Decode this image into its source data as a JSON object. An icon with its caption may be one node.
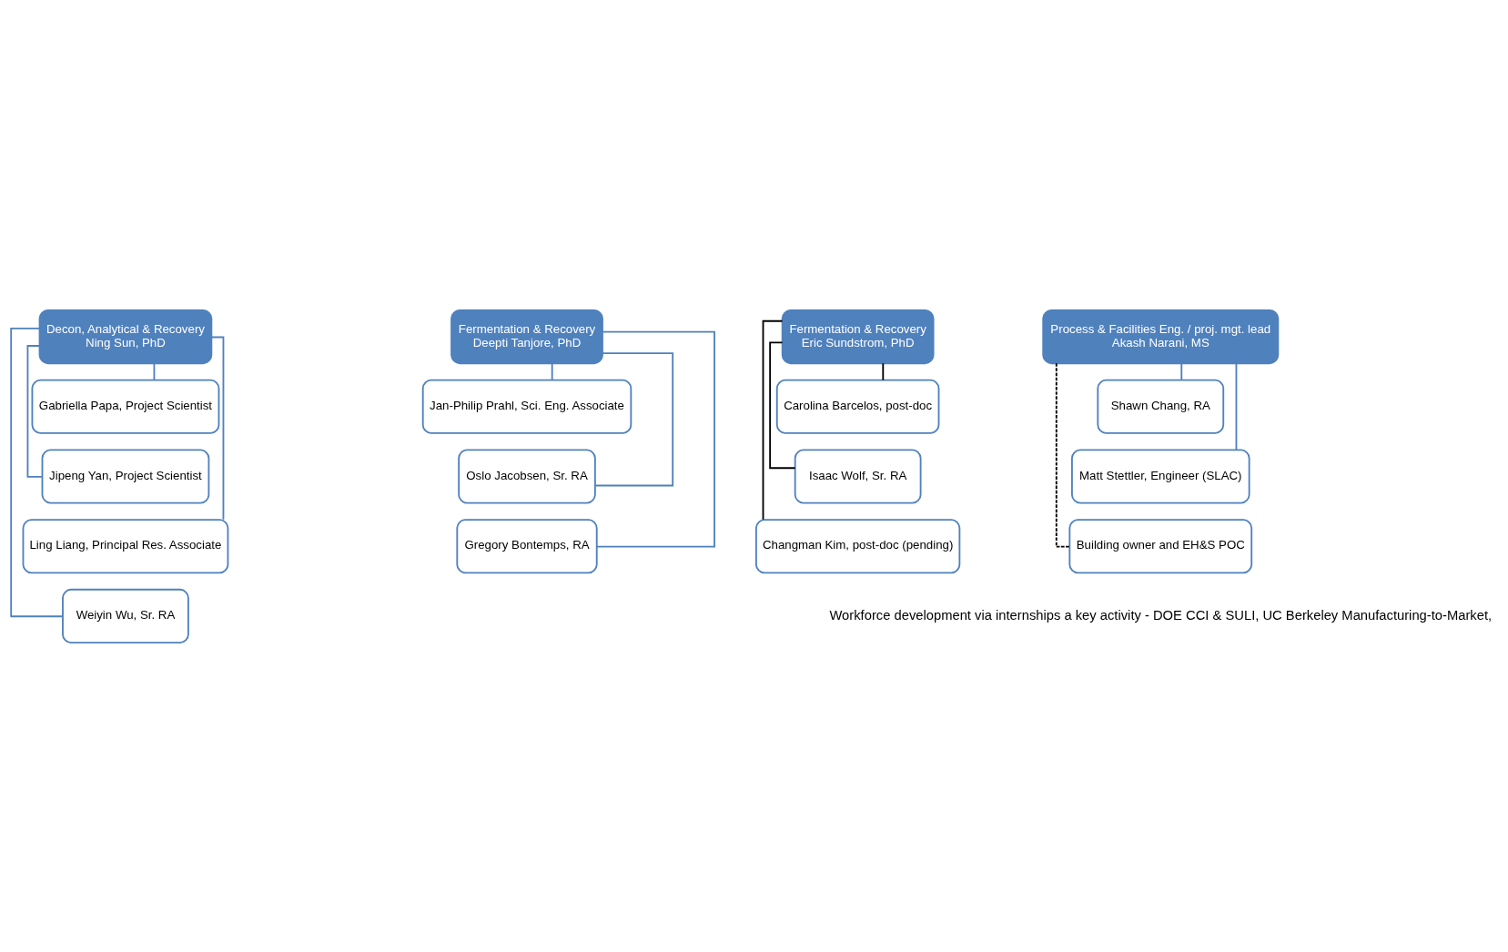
{
  "diagram": {
    "nodes": [
      {
        "text": [
          "Decon, Analytical & Recovery",
          "Ning Sun, PhD"
        ]
      },
      {
        "text": [
          "Gabriella Papa, Project Scientist"
        ]
      },
      {
        "text": [
          "Jipeng Yan, Project Scientist"
        ]
      },
      {
        "text": [
          "Ling Liang, Principal Res. Associate"
        ]
      },
      {
        "text": [
          "Weiyin Wu, Sr. RA"
        ]
      },
      {
        "text": [
          "Fermentation & Recovery",
          "Deepti Tanjore, PhD"
        ]
      },
      {
        "text": [
          "Jan-Philip Prahl, Sci. Eng. Associate"
        ]
      },
      {
        "text": [
          "Oslo Jacobsen, Sr. RA"
        ]
      },
      {
        "text": [
          "Gregory Bontemps, RA"
        ]
      },
      {
        "text": [
          "Fermentation & Recovery",
          "Eric Sundstrom, PhD"
        ]
      },
      {
        "text": [
          "Carolina Barcelos, post-doc"
        ]
      },
      {
        "text": [
          "Isaac Wolf, Sr. RA"
        ]
      },
      {
        "text": [
          "Changman Kim, post-doc (pending)"
        ]
      },
      {
        "text": [
          "Process & Facilities Eng. / proj. mgt. lead",
          "Akash Narani, MS"
        ]
      },
      {
        "text": [
          "Shawn Chang, RA"
        ]
      },
      {
        "text": [
          "Matt Stettler, Engineer (SLAC)"
        ]
      },
      {
        "text": [
          "Building owner and EH&S POC"
        ]
      }
    ],
    "edges": [
      {
        "from": 0,
        "to": 1,
        "arrow": "none"
      },
      {
        "from": 0,
        "to": 2,
        "arrow": "none"
      },
      {
        "from": 0,
        "to": 3,
        "arrow": "none"
      },
      {
        "from": 0,
        "to": 4,
        "arrow": "none"
      },
      {
        "from": 5,
        "to": 6,
        "arrow": "none"
      },
      {
        "from": 5,
        "to": 7,
        "arrow": "none"
      },
      {
        "from": 5,
        "to": 8,
        "arrow": "none"
      },
      {
        "from": 9,
        "to": 10,
        "arrow": "none",
        "color": "#000000"
      },
      {
        "from": 9,
        "to": 11,
        "arrow": "none",
        "color": "#000000"
      },
      {
        "from": 9,
        "to": 12,
        "arrow": "none",
        "color": "#000000"
      },
      {
        "from": 13,
        "to": 14,
        "arrow": "none"
      },
      {
        "from": 13,
        "to": 15,
        "arrow": "none"
      },
      {
        "from": 13,
        "to": 16,
        "arrow": "none",
        "style": "dashed",
        "color": "#000000"
      }
    ],
    "labels": [
      "Workforce development via internships a key activity - DOE CCI & SULI, UC Berkeley Manufacturing-to-Market,"
    ]
  }
}
